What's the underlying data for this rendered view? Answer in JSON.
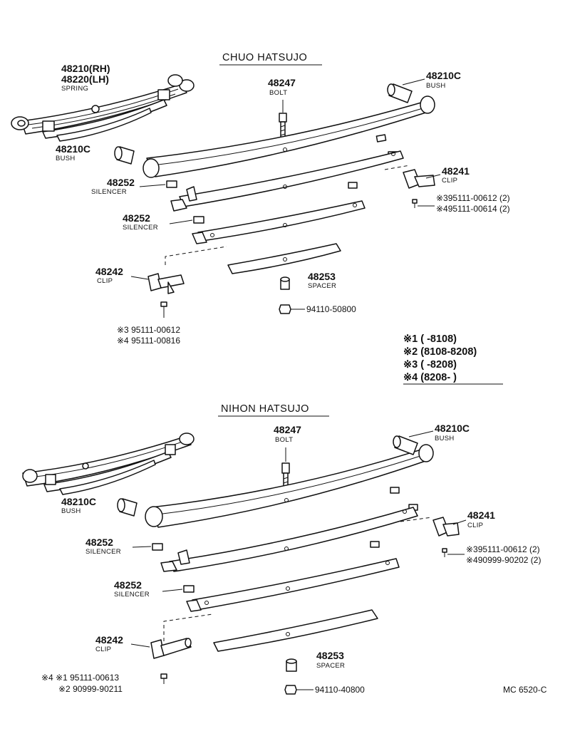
{
  "chuo": {
    "title": "CHUO HATSUJO",
    "spring_pn_rh": "48210(RH)",
    "spring_pn_lh": "48220(LH)",
    "spring_name": "SPRING",
    "bolt_pn": "48247",
    "bolt_name": "BOLT",
    "bush_right_pn": "48210C",
    "bush_right_name": "BUSH",
    "bush_left_pn": "48210C",
    "bush_left_name": "BUSH",
    "silencer1_pn": "48252",
    "silencer1_name": "SILENCER",
    "clip_right_pn": "48241",
    "clip_right_name": "CLIP",
    "clip_right_screw_a": "※395111-00612 (2)",
    "clip_right_screw_b": "※495111-00614 (2)",
    "silencer2_pn": "48252",
    "silencer2_name": "SILENCER",
    "clip_left_pn": "48242",
    "clip_left_name": "CLIP",
    "spacer_pn": "48253",
    "spacer_name": "SPACER",
    "nut_pn": "94110-50800",
    "clip_left_screw_a": "※3 95111-00612",
    "clip_left_screw_b": "※4 95111-00816"
  },
  "legend": {
    "row1": "※1 (      -8108)",
    "row2": "※2 (8108-8208)",
    "row3": "※3 (      -8208)",
    "row4": "※4 (8208-      )"
  },
  "nihon": {
    "title": "NIHON HATSUJO",
    "bolt_pn": "48247",
    "bolt_name": "BOLT",
    "bush_right_pn": "48210C",
    "bush_right_name": "BUSH",
    "bush_left_pn": "48210C",
    "bush_left_name": "BUSH",
    "clip_right_pn": "48241",
    "clip_right_name": "CLIP",
    "silencer1_pn": "48252",
    "silencer1_name": "SILENCER",
    "clip_right_screw_a": "※395111-00612 (2)",
    "clip_right_screw_b": "※490999-90202 (2)",
    "silencer2_pn": "48252",
    "silencer2_name": "SILENCER",
    "clip_left_pn": "48242",
    "clip_left_name": "CLIP",
    "spacer_pn": "48253",
    "spacer_name": "SPACER",
    "clip_left_screw_a": "※4 ※1  95111-00613",
    "clip_left_screw_b": "※2  90999-90211",
    "nut_pn": "94110-40800"
  },
  "figure_code": "MC  6520-C"
}
